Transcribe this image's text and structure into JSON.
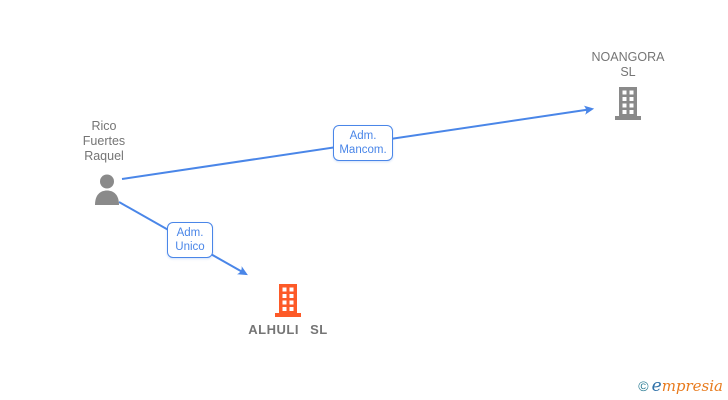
{
  "colors": {
    "edge_blue": "#4a86e8",
    "node_icon_gray": "#8a8a8a",
    "label_gray": "#757575",
    "alhuli_building_orange": "#fd5a28",
    "brand_copyright_teal": "#2b7c94",
    "brand_initial_blue": "#3072a9",
    "brand_text_orange": "#e87b1e",
    "background": "#ffffff"
  },
  "diagram": {
    "person": {
      "name_lines": [
        "Rico",
        "Fuertes",
        "Raquel"
      ]
    },
    "company_noangora": {
      "name_lines": [
        "NOANGORA",
        "SL"
      ]
    },
    "company_alhuli": {
      "name": "ALHULI SL"
    },
    "edge_mancom": {
      "label_lines": [
        "Adm.",
        "Mancom."
      ]
    },
    "edge_unico": {
      "label_lines": [
        "Adm.",
        "Unico"
      ]
    }
  },
  "footer": {
    "copyright_symbol": "©",
    "brand_initial": "e",
    "brand_rest": "mpresia"
  }
}
